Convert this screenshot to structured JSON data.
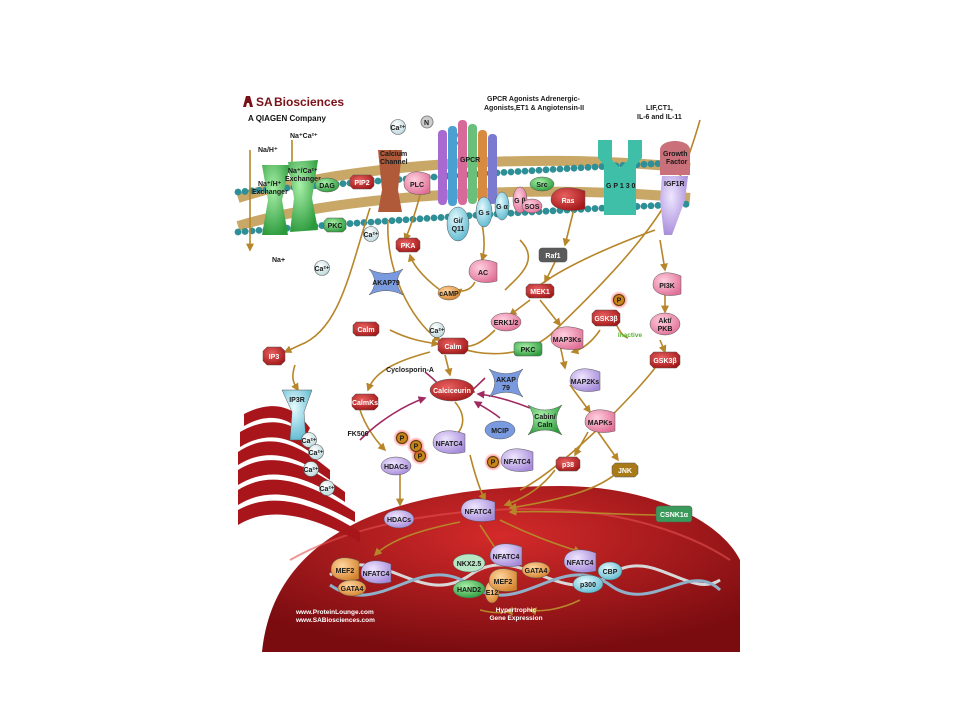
{
  "logo": {
    "brand_prefix": "SA",
    "brand_suffix": "Biosciences",
    "tagline": "A QIAGEN Company"
  },
  "header_labels": {
    "gpcr_agonists_1": "GPCR Agonists Adrenergic-",
    "gpcr_agonists_2": "Agonists,ET1 & Angiotensin-II",
    "cytokines_1": "LIF,CT1,",
    "cytokines_2": "IL-6 and IL-11",
    "growth_factor_1": "Growth",
    "growth_factor_2": "Factor"
  },
  "membrane_labels": {
    "na_ca": "Na⁺Ca²⁺",
    "na_h": "Na/H⁺",
    "na_h_exchanger_1": "Na⁺/H⁺",
    "na_h_exchanger_2": "Exchanger",
    "na_ca_exchanger_1": "Na⁺/Ca²⁺",
    "na_ca_exchanger_2": "Exchanger",
    "na_out": "Na+",
    "calcium_channel_1": "Calcium",
    "calcium_channel_2": "Channel",
    "gpcr": "GPCR",
    "igf1r": "IGF1R",
    "gp130": "G P 1 3 0",
    "dag": "DAG",
    "pip2": "PIP2",
    "plc": "PLC",
    "pkc_membrane": "PKC",
    "gq_1": "Gi/",
    "gq_2": "Q11",
    "gs": "G s",
    "ga": "G α",
    "gbg": "G β",
    "src": "Src",
    "sos": "SOS",
    "ras": "Ras",
    "n_symbol": "N",
    "ca_ion": "Ca²⁺"
  },
  "cytoplasm_labels": {
    "pka": "PKA",
    "akap79_left": "AKAP79",
    "ac": "AC",
    "camp": "cAMP",
    "raf1": "Raf1",
    "mek1": "MEK1",
    "erk12": "ERK1/2",
    "pi3k": "PI3K",
    "gsk3b_inactive": "GSK3β",
    "inactive": "Inactive",
    "akt_1": "Akt/",
    "akt_2": "PKB",
    "gsk3b_active": "GSK3β",
    "calm_top": "Calm",
    "calm_main": "Calm",
    "ip3": "IP3",
    "ip3r": "IP3R",
    "pkc_cyto": "PKC",
    "map3ks": "MAP3Ks",
    "cyclosporin": "Cyclosporin-A",
    "calcineurin": "Calciceurin",
    "akap79_right_1": "AKAP",
    "akap79_right_2": "79",
    "map2ks": "MAP2Ks",
    "calmks": "CalmKs",
    "fk506": "FK506",
    "cabin_1": "Cabin/",
    "cabin_2": "Caln",
    "mcip": "MCIP",
    "mapks": "MAPKs",
    "nfatc4_a": "NFATC4",
    "hdacs_cyto": "HDACs",
    "nfatc4_b": "NFATC4",
    "p38": "p38",
    "jnk": "JNK",
    "phospho": "P",
    "csnk1a": "CSNK1α"
  },
  "nucleus_labels": {
    "hdacs_nuc": "HDACs",
    "nfatc4_nuc": "NFATC4",
    "mef2_left": "MEF2",
    "nfatc4_left": "NFATC4",
    "gata4_left": "GATA4",
    "nkx25": "NKX2.5",
    "nfatc4_mid": "NFATC4",
    "hand2": "HAND2",
    "e12": "E12",
    "mef2_mid": "MEF2",
    "gata4_mid": "GATA4",
    "nfatc4_right": "NFATC4",
    "cbp": "CBP",
    "p300": "p300",
    "hypertrophic_1": "Hypertrophic",
    "hypertrophic_2": "Gene Expression",
    "url_1": "www.ProteinLounge.com",
    "url_2": "www.SABiosciences.com"
  },
  "colors": {
    "membrane_head": "#2f8f96",
    "membrane_tail": "#c9a766",
    "nucleus": "#b0141a",
    "er": "#a8161c",
    "arrow": "#b7862a",
    "inhibit": "#a02a60"
  }
}
